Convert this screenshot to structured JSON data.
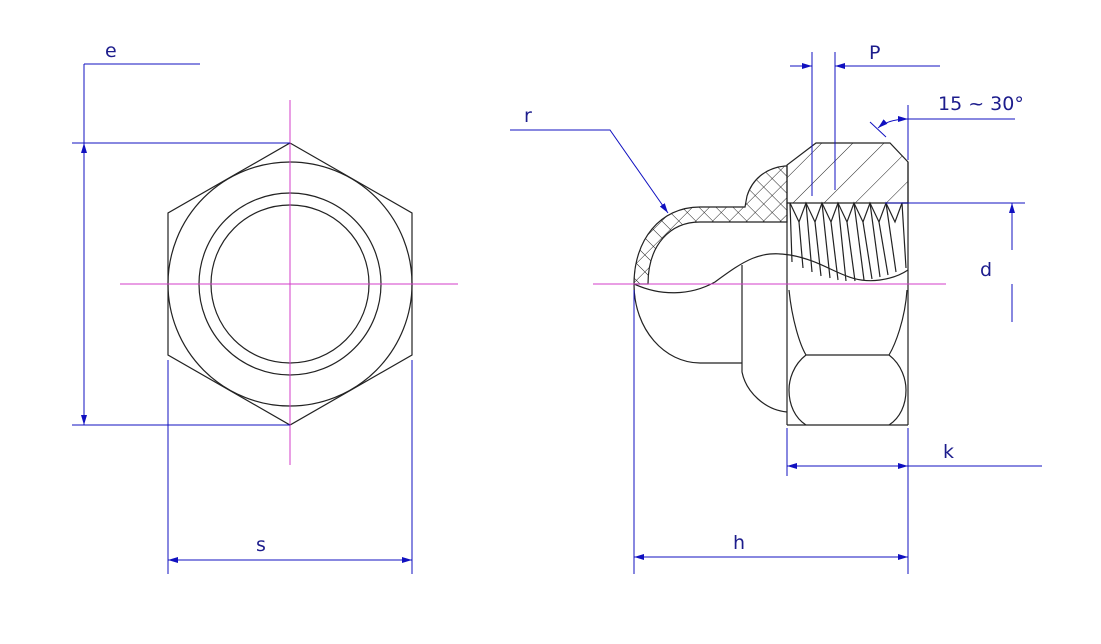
{
  "title": "Nylon insert dome cap nut technical drawing",
  "labels": {
    "e": "e",
    "s": "s",
    "r": "r",
    "P": "P",
    "angle": "15 ~ 30°",
    "d": "d",
    "k": "k",
    "h": "h"
  },
  "colors": {
    "dimension": "#1010c0",
    "centerline": "#d33cc8",
    "outline": "#222222"
  }
}
